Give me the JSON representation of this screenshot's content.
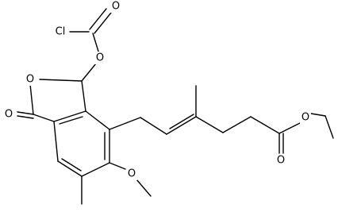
{
  "atoms": {
    "cl": "Cl",
    "o_carbonyl_top": "O",
    "o_ester_link": "O",
    "o_ring": "O",
    "o_lactone": "O",
    "o_methoxy": "O",
    "o_ester_carbonyl": "O",
    "o_ester_ether": "O"
  },
  "colors": {
    "bond": "#000000",
    "background": "#ffffff",
    "text": "#000000"
  }
}
